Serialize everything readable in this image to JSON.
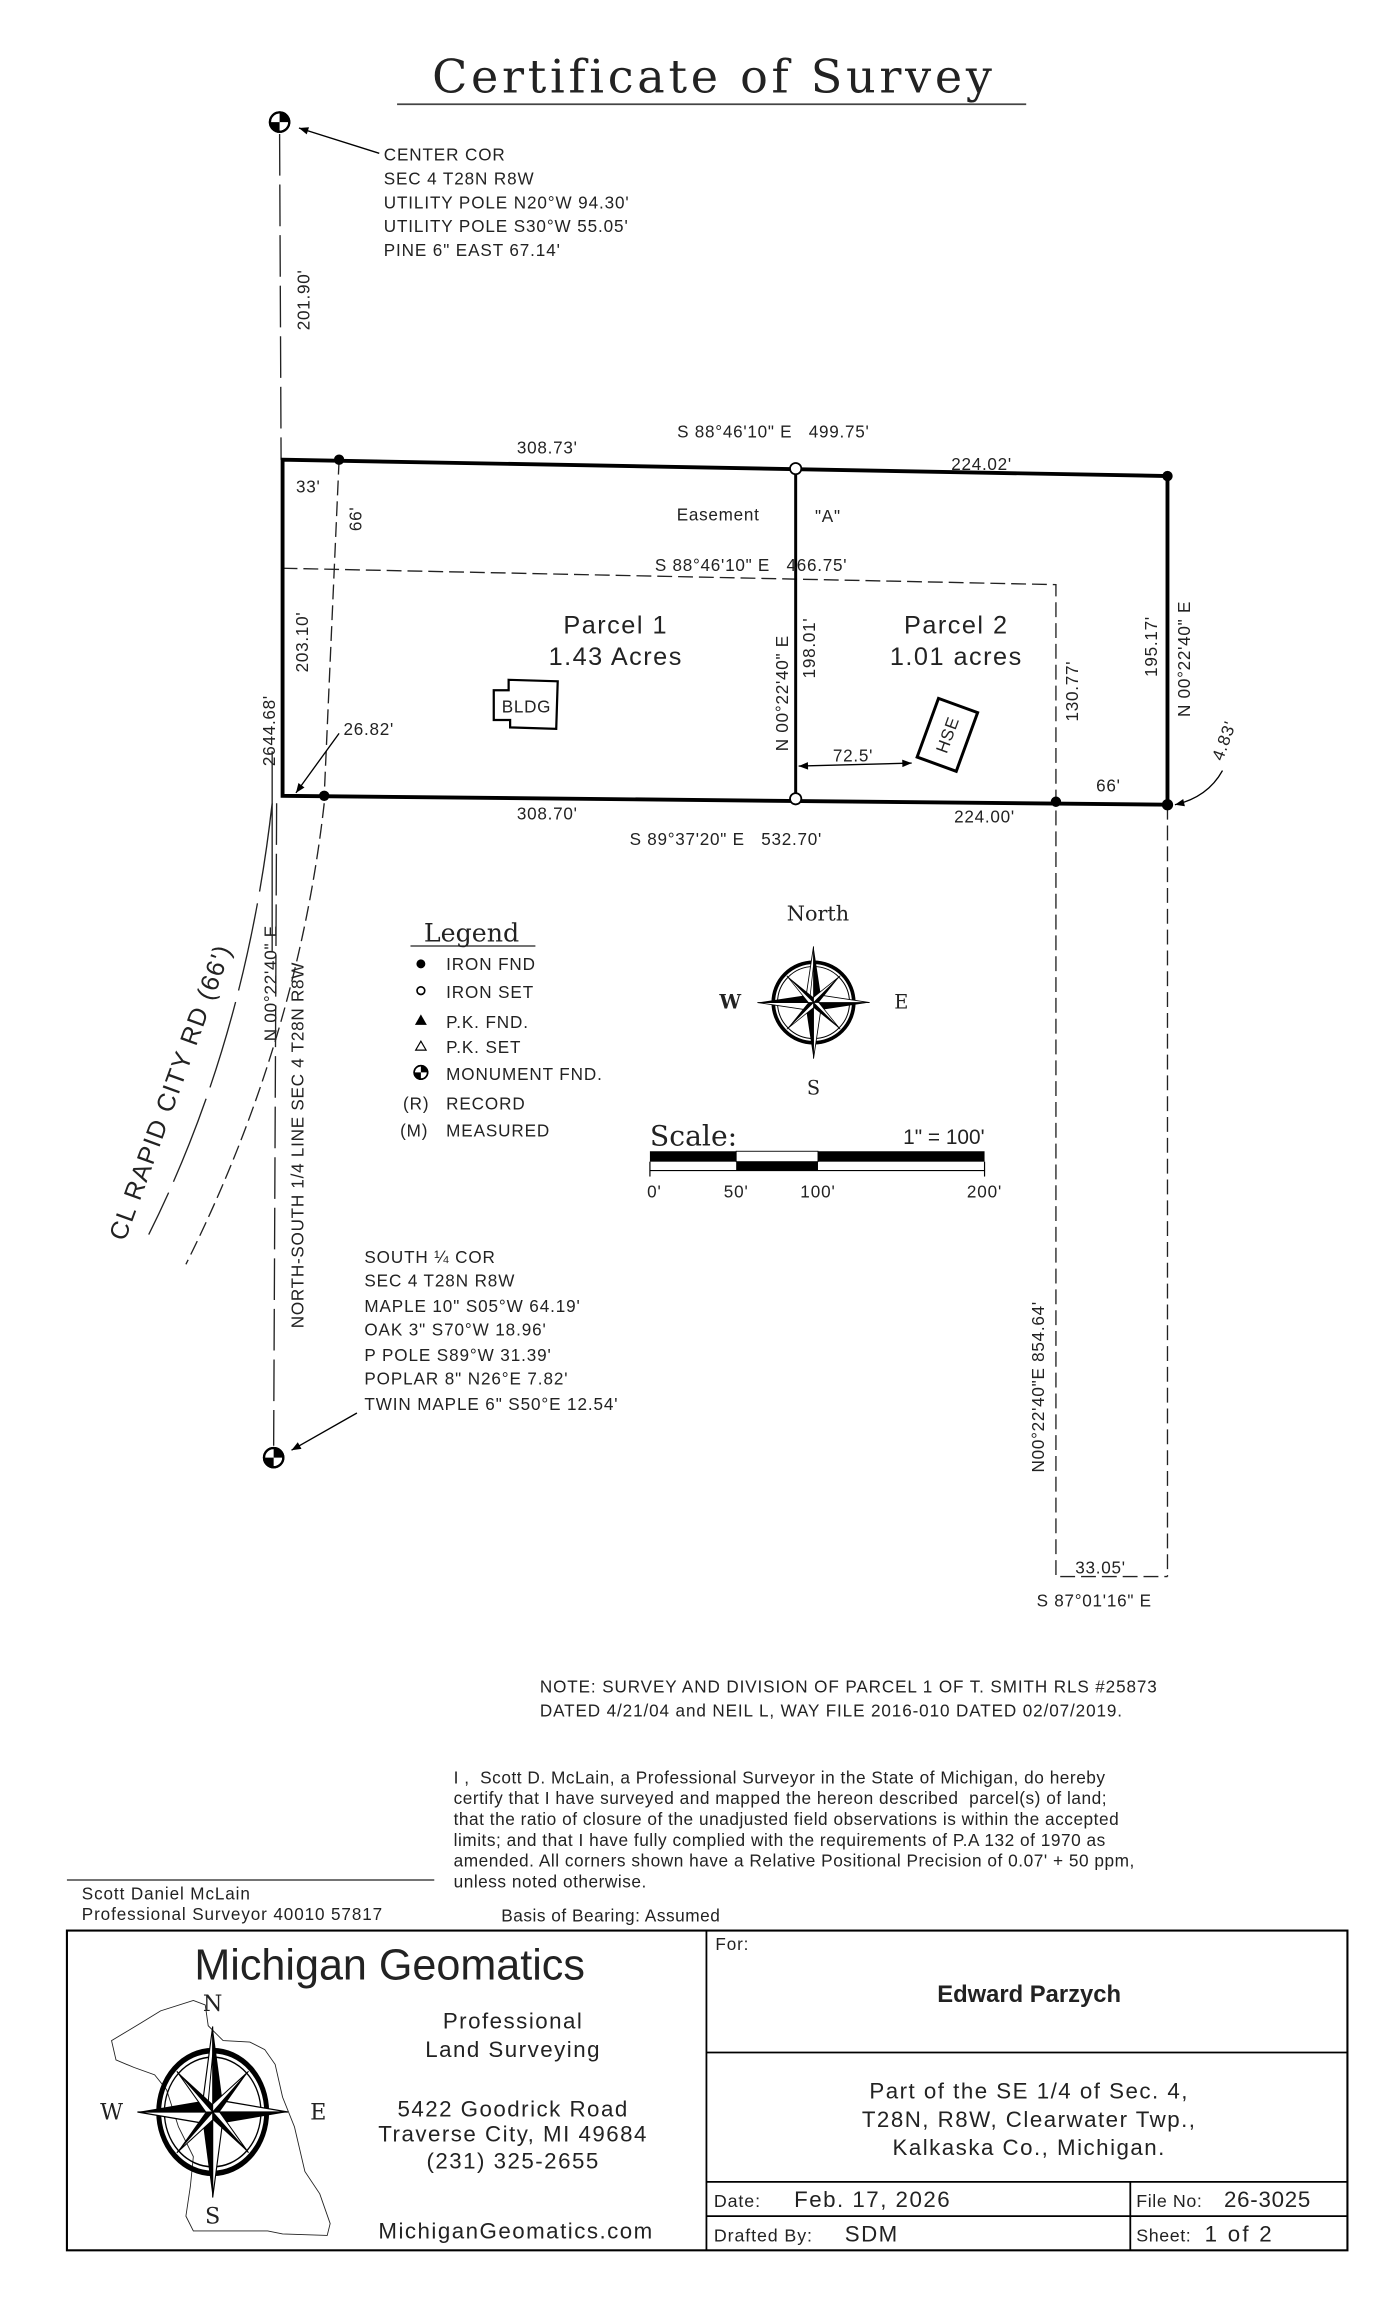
{
  "title": "Certificate of Survey",
  "center_corner": {
    "lines": [
      "CENTER COR",
      "SEC 4 T28N R8W",
      "UTILITY POLE N20°W 94.30'",
      "UTILITY POLE S30°W 55.05'",
      "PINE 6\" EAST 67.14'"
    ]
  },
  "south_corner": {
    "lines": [
      "SOUTH ¼ COR",
      "SEC 4 T28N R8W",
      "MAPLE 10\" S05°W 64.19'",
      "OAK 3\" S70°W 18.96'",
      "P POLE S89°W 31.39'",
      "POPLAR 8\" N26°E 7.82'",
      "TWIN MAPLE 6\" S50°E 12.54'"
    ]
  },
  "labels": {
    "north_line_dist": "201.90'",
    "top_bearing": "S 88°46'10\" E   499.75'",
    "top_left_dist": "308.73'",
    "top_right_dist": "224.02'",
    "offset_33": "33'",
    "offset_66_vert": "66'",
    "easement": "Easement",
    "easement_id": "\"A\"",
    "easement_bearing": "S 88°46'10\" E   466.75'",
    "west_line": "203.10'",
    "section_total": "2644.68'",
    "division_bearing": "N 00°22'40\" E",
    "division_dist": "198.01'",
    "east_dist": "195.17'",
    "east_bearing": "N 00°22'40\" E",
    "easement_east_dist": "130.77'",
    "offset_4_83": "4.83'",
    "offset_26_82": "26.82'",
    "house_offset": "72.5'",
    "bottom_66": "66'",
    "bottom_left_dist": "308.70'",
    "bottom_right_dist": "224.00'",
    "bottom_bearing": "S 89°37'20\" E   532.70'",
    "easement_south_bearing": "N00°22'40\"E 854.64'",
    "easement_south_dist": "33.05'",
    "easement_south_bottom_bearing": "S 87°01'16\" E",
    "road": "CL RAPID CITY RD (66')",
    "quarter_line_bearing": "N 00°22'40\" E",
    "quarter_line": "NORTH-SOUTH 1/4 LINE SEC 4 T28N R8W",
    "bldg": "BLDG",
    "hse": "HSE"
  },
  "parcels": [
    {
      "name": "Parcel 1",
      "area": "1.43 Acres"
    },
    {
      "name": "Parcel 2",
      "area": "1.01 acres"
    }
  ],
  "legend": {
    "title": "Legend",
    "items": [
      {
        "symbol": "filled-circle",
        "label": "IRON FND"
      },
      {
        "symbol": "open-circle",
        "label": "IRON SET"
      },
      {
        "symbol": "filled-triangle",
        "label": "P.K. FND."
      },
      {
        "symbol": "open-triangle",
        "label": "P.K. SET"
      },
      {
        "symbol": "monument",
        "label": "MONUMENT FND."
      },
      {
        "symbol": "(R)",
        "label": "RECORD"
      },
      {
        "symbol": "(M)",
        "label": "MEASURED"
      }
    ]
  },
  "compass": {
    "north": "North",
    "south": "S",
    "east": "E",
    "west": "W"
  },
  "scale": {
    "label": "Scale:",
    "ratio": "1\" = 100'",
    "ticks": [
      "0'",
      "50'",
      "100'",
      "200'"
    ]
  },
  "note": [
    "NOTE: SURVEY AND DIVISION OF PARCEL 1 OF T. SMITH RLS #25873",
    "DATED 4/21/04 and NEIL L, WAY FILE 2016-010 DATED 02/07/2019."
  ],
  "certification": [
    "I ,  Scott D. McLain, a Professional Surveyor in the State of Michigan, do hereby",
    "certify that I have surveyed and mapped the hereon described  parcel(s) of land;",
    "that the ratio of closure of the unadjusted field observations is within the accepted",
    "limits; and that I have fully complied with the requirements of P.A 132 of 1970 as",
    "amended. All corners shown have a Relative Positional Precision of 0.07' + 50 ppm,",
    "unless noted otherwise."
  ],
  "basis_of_bearing": "Basis of Bearing: Assumed",
  "signature": {
    "name": "Scott Daniel McLain",
    "license": "Professional Surveyor 40010 57817"
  },
  "title_block": {
    "company": "Michigan Geomatics",
    "logo_compass": {
      "n": "N",
      "s": "S",
      "e": "E",
      "w": "W"
    },
    "tagline": [
      "Professional",
      "Land Surveying"
    ],
    "address": [
      "5422 Goodrick Road",
      "Traverse City, MI 49684",
      "(231) 325-2655"
    ],
    "website": "MichiganGeomatics.com",
    "for_label": "For:",
    "client": "Edward Parzych",
    "description": [
      "Part of the SE 1/4 of Sec. 4,",
      "T28N, R8W, Clearwater Twp.,",
      "Kalkaska Co., Michigan."
    ],
    "date_label": "Date:",
    "date": "Feb. 17, 2026",
    "file_label": "File No:",
    "file_no": "26-3025",
    "drafted_label": "Drafted By:",
    "drafted_by": "SDM",
    "sheet_label": "Sheet:",
    "sheet": "1 of 2"
  }
}
